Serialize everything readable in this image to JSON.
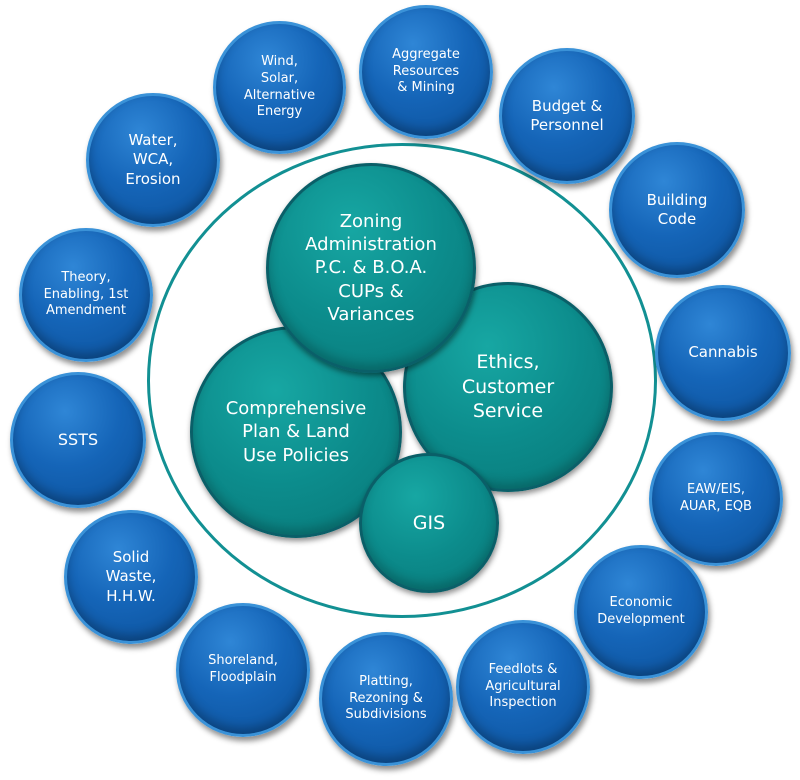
{
  "colors": {
    "outer_fill": "#1565b8",
    "outer_border": "#3a92d8",
    "inner_fill": "#0c8c8c",
    "inner_border": "#0a5f68",
    "ring": "#129093"
  },
  "outer_topics": [
    {
      "id": "wind",
      "label": "Wind,\nSolar,\nAlternative\nEnergy"
    },
    {
      "id": "aggregate",
      "label": "Aggregate\nResources\n& Mining"
    },
    {
      "id": "budget",
      "label": "Budget &\nPersonnel"
    },
    {
      "id": "water",
      "label": "Water,\nWCA,\nErosion"
    },
    {
      "id": "building",
      "label": "Building\nCode"
    },
    {
      "id": "theory",
      "label": "Theory,\nEnabling, 1st\nAmendment"
    },
    {
      "id": "cannabis",
      "label": "Cannabis"
    },
    {
      "id": "ssts",
      "label": "SSTS"
    },
    {
      "id": "eaw",
      "label": "EAW/EIS,\nAUAR, EQB"
    },
    {
      "id": "solid",
      "label": "Solid\nWaste,\nH.H.W."
    },
    {
      "id": "economic",
      "label": "Economic\nDevelopment"
    },
    {
      "id": "shoreland",
      "label": "Shoreland,\nFloodplain"
    },
    {
      "id": "platting",
      "label": "Platting,\nRezoning &\nSubdivisions"
    },
    {
      "id": "feedlots",
      "label": "Feedlots &\nAgricultural\nInspection"
    }
  ],
  "core_topics": [
    {
      "id": "zoning",
      "label": "Zoning\nAdministration\nP.C. & B.O.A.\nCUPs &\nVariances"
    },
    {
      "id": "ethics",
      "label": "Ethics,\nCustomer\nService"
    },
    {
      "id": "comprehensive",
      "label": "Comprehensive\nPlan & Land\nUse Policies"
    },
    {
      "id": "gis",
      "label": "GIS"
    }
  ]
}
